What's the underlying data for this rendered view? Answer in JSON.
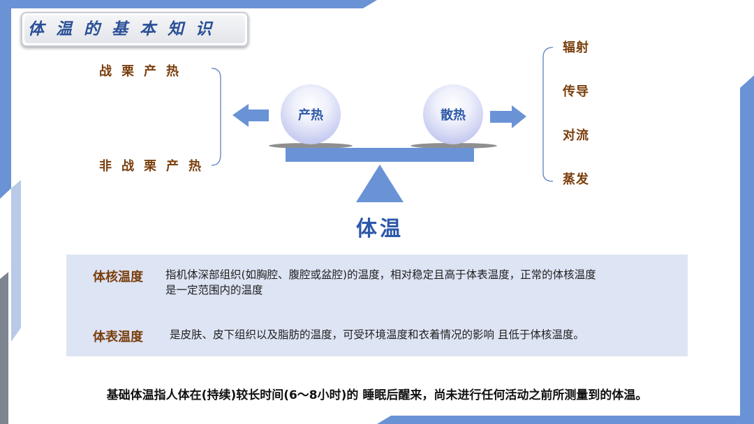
{
  "title": "体温的基本知识",
  "heat_production": {
    "ball_label": "产热",
    "items": [
      "战栗产热",
      "非战栗产热"
    ]
  },
  "heat_dissipation": {
    "ball_label": "散热",
    "items": [
      "辐射",
      "传导",
      "对流",
      "蒸发"
    ]
  },
  "center_label": "体温",
  "definitions": [
    {
      "term": "体核温度",
      "line1": "指机体深部组织(如胸腔、腹腔或盆腔)的温度，相对稳定且高于体表温度，正常的体核温度",
      "line2": "是一定范围内的温度"
    },
    {
      "term": "体表温度",
      "line1": "是皮肤、皮下组织以及脂肪的温度，可受环境温度和衣着情况的影响 且低于体核温度。"
    }
  ],
  "footer_note": "基础体温指人体在(持续)较长时间(6～8小时)的 睡眠后醒来，尚未进行任何活动之前所测量到的体温。",
  "colors": {
    "accent_blue": "#6a93d6",
    "title_blue": "#2a4f96",
    "label_brown": "#7a3e0c",
    "panel_bg": "#dde4f4"
  }
}
